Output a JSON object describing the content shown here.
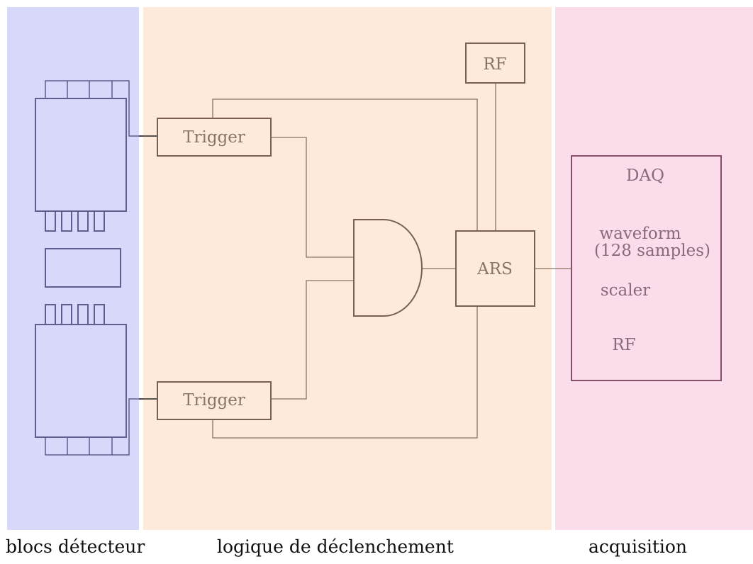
{
  "colors": {
    "detector_zone": "#d8d8fa",
    "logic_zone": "#fdeadb",
    "acquisition_zone": "#fbdcea",
    "detector_stroke": "#5e5e8f",
    "logic_stroke": "#7a6050",
    "wire": "#8a7460",
    "daq_stroke": "#86506a",
    "logic_text": "#8a7464",
    "daq_text": "#8a6a7a"
  },
  "zones": {
    "detector_label": "blocs détecteur",
    "logic_label": "logique de déclenchement",
    "acquisition_label": "acquisition"
  },
  "logic": {
    "trigger_top": "Trigger",
    "trigger_bottom": "Trigger",
    "rf_box": "RF",
    "ars_box": "ARS"
  },
  "daq": {
    "title": "DAQ",
    "waveform_line1": "waveform",
    "waveform_line2": "(128 samples)",
    "scaler": "scaler",
    "rf": "RF"
  }
}
